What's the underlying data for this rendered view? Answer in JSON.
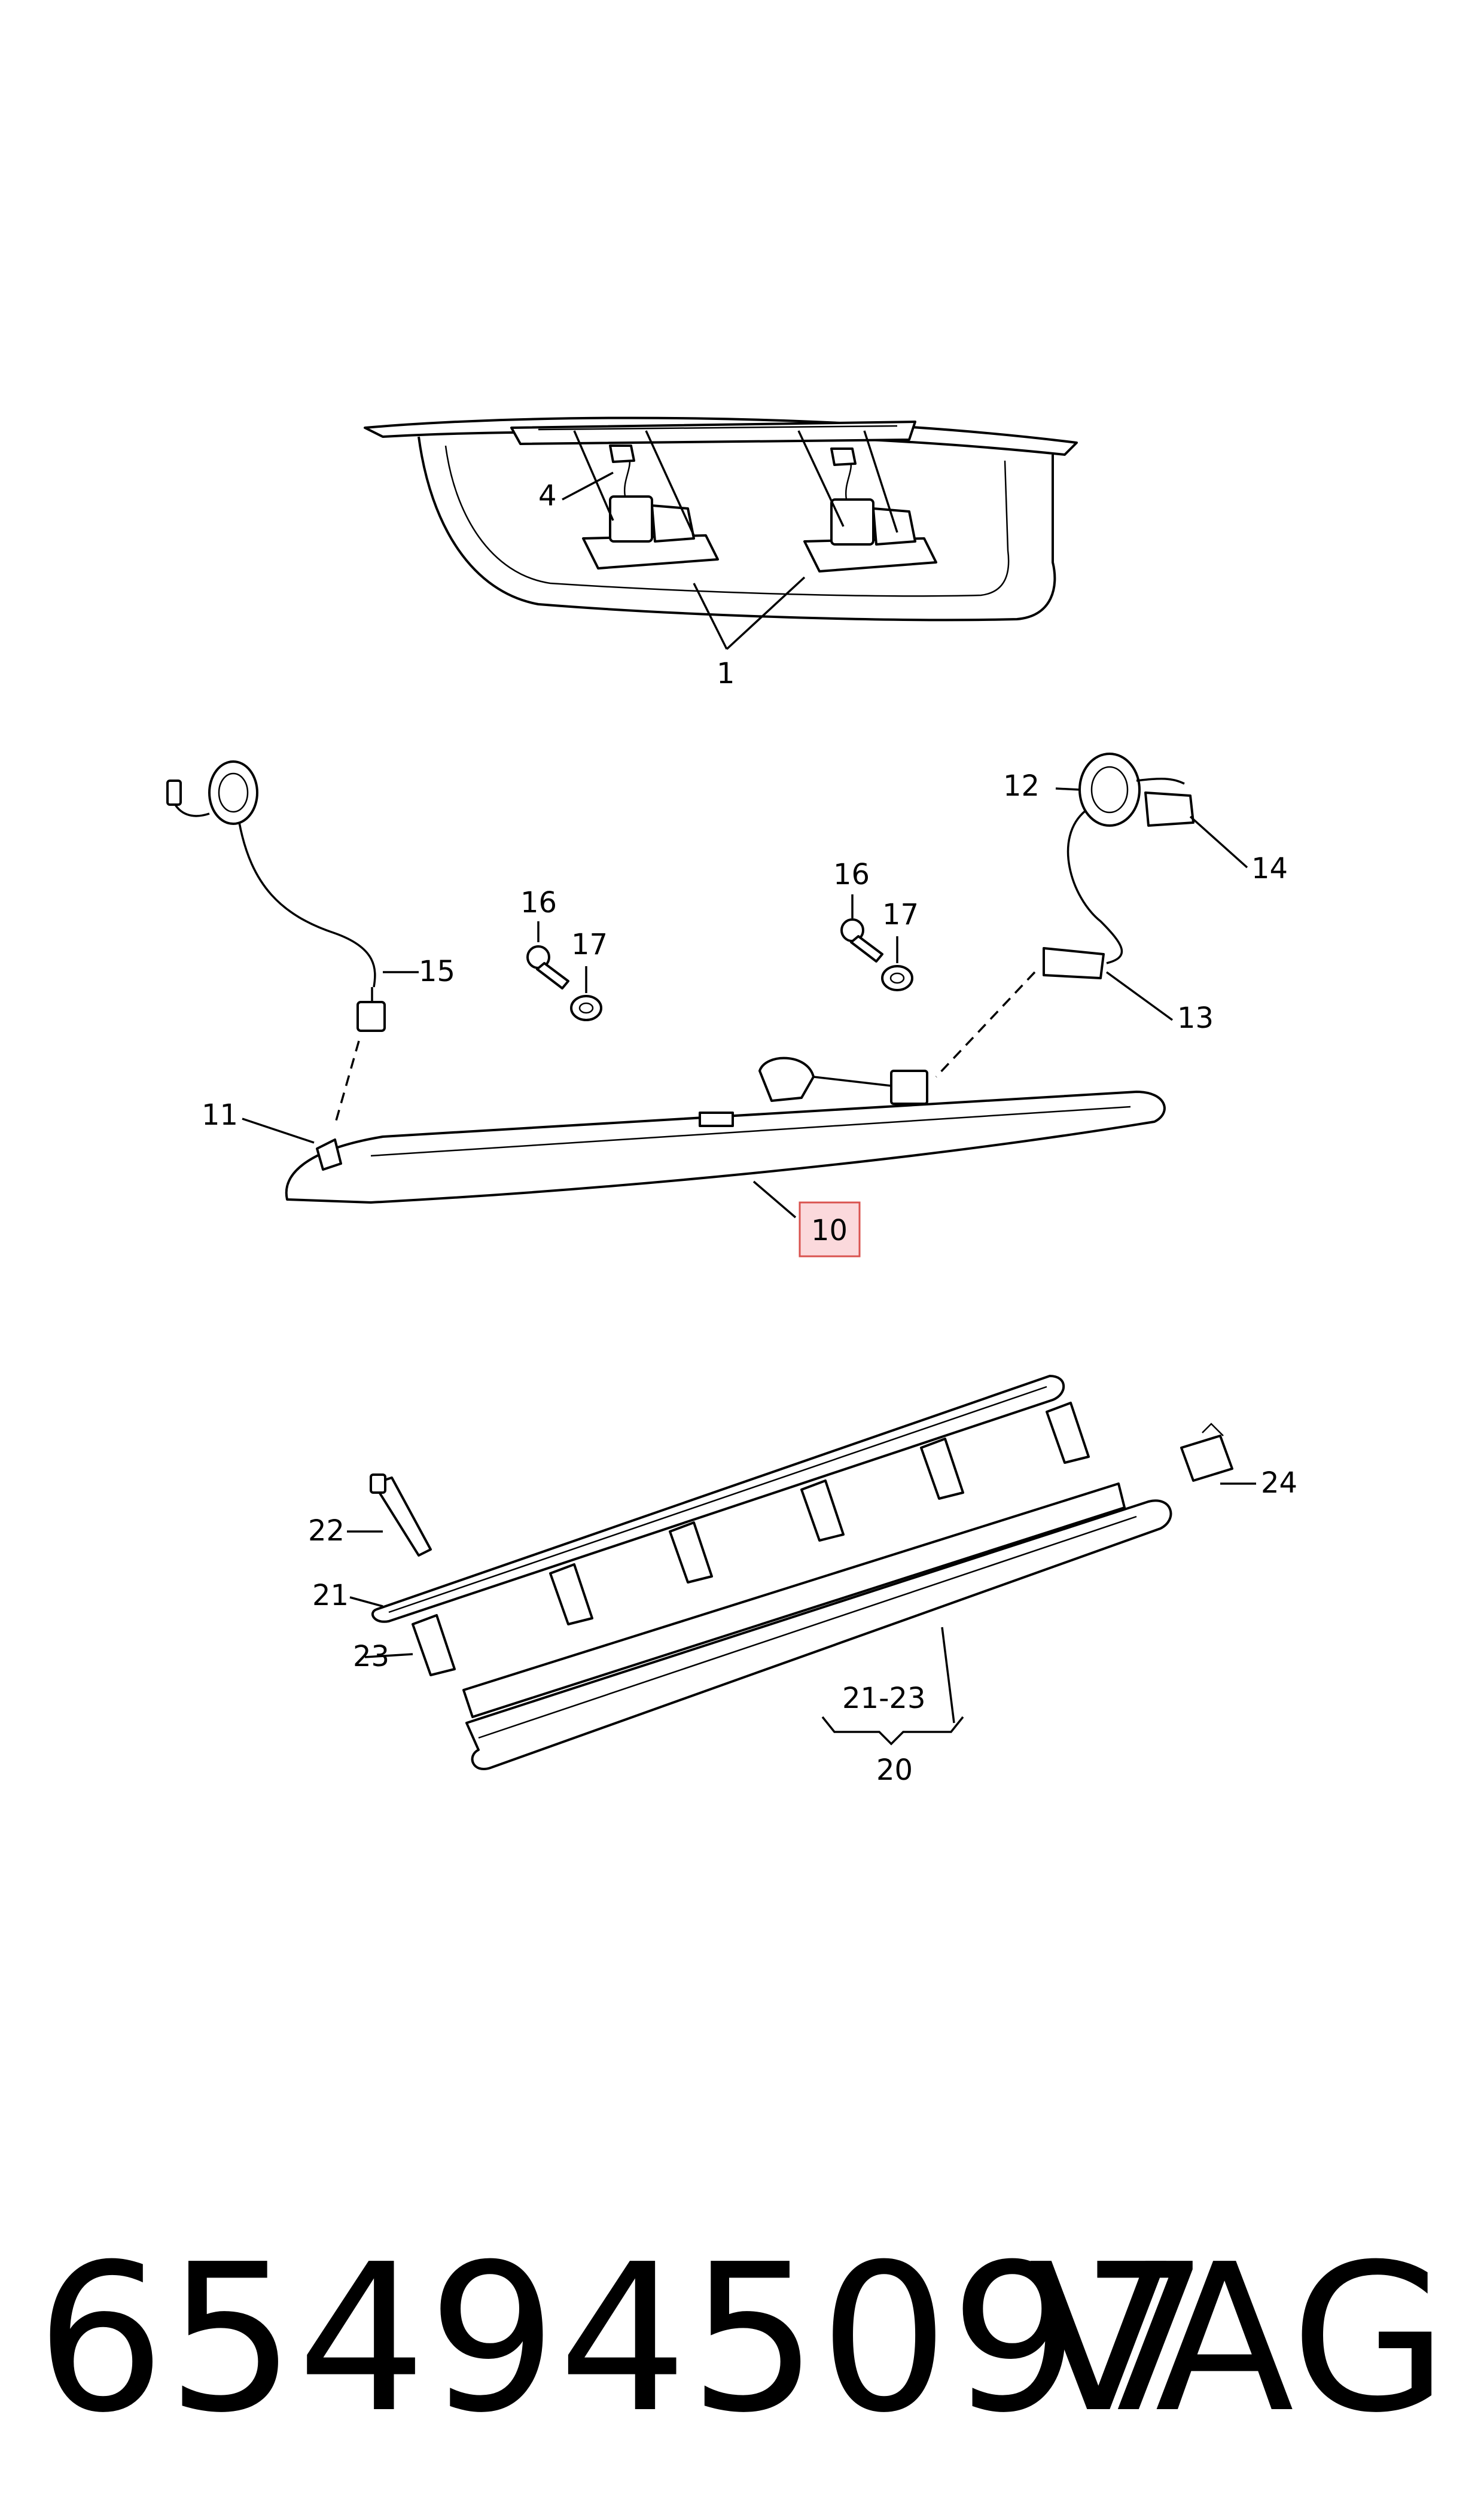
{
  "callouts": {
    "c1": "1",
    "c4": "4",
    "c10": "10",
    "c11": "11",
    "c12": "12",
    "c13": "13",
    "c14": "14",
    "c15": "15",
    "c16a": "16",
    "c16b": "16",
    "c17a": "17",
    "c17b": "17",
    "c20": "20",
    "c21": "21",
    "c21_23": "21-23",
    "c22": "22",
    "c23": "23",
    "c24": "24"
  },
  "highlighted_part": "10",
  "footer": {
    "part_number": "654945097",
    "brand": "VAG"
  },
  "colors": {
    "highlight_fill": "#fbd9dc",
    "highlight_border": "#d9534f",
    "line": "#000000"
  }
}
